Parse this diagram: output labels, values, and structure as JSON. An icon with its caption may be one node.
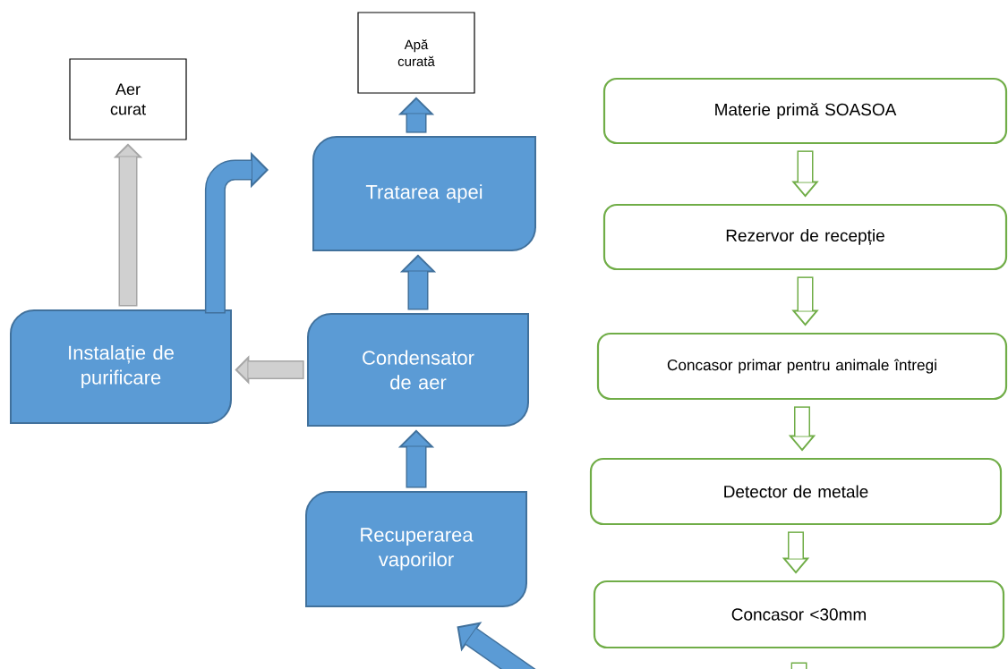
{
  "diagram": {
    "nodes": [
      {
        "text": [
          "Aer curat"
        ]
      },
      {
        "text": [
          "Apă curată"
        ]
      },
      {
        "text": [
          "Materie primă  SOASOA"
        ]
      },
      {
        "text": [
          "Instalație de purificare"
        ]
      },
      {
        "text": [
          "Tratarea apei"
        ]
      },
      {
        "text": [
          "Rezervor de recepție"
        ]
      },
      {
        "text": [
          "Condensator de aer"
        ]
      },
      {
        "text": [
          "Concasor primar pentru animale întregi"
        ]
      },
      {
        "text": [
          "Recuperarea vaporilor"
        ]
      },
      {
        "text": [
          "Detector de metale"
        ]
      },
      {
        "text": [
          "Concasor <30mm"
        ]
      }
    ],
    "edges": [
      {
        "from": 3,
        "to": 0,
        "arrow": "to",
        "color": "#bfbfbf"
      },
      {
        "from": 3,
        "to": null,
        "arrow": "to"
      },
      {
        "from": 4,
        "to": 1,
        "arrow": "to"
      },
      {
        "from": 6,
        "to": 4,
        "arrow": "to"
      },
      {
        "from": 6,
        "to": 3,
        "arrow": "to",
        "color": "#bfbfbf"
      },
      {
        "from": 8,
        "to": 6,
        "arrow": "to"
      },
      {
        "from": null,
        "to": 8,
        "arrow": "to"
      },
      {
        "from": 2,
        "to": 5,
        "arrow": "to",
        "color": "#70ad47"
      },
      {
        "from": 5,
        "to": 7,
        "arrow": "to",
        "color": "#70ad47"
      },
      {
        "from": 7,
        "to": 9,
        "arrow": "to",
        "color": "#70ad47"
      },
      {
        "from": 9,
        "to": 10,
        "arrow": "to",
        "color": "#70ad47"
      },
      {
        "from": 10,
        "to": null,
        "arrow": "none",
        "color": "#70ad47"
      }
    ]
  }
}
